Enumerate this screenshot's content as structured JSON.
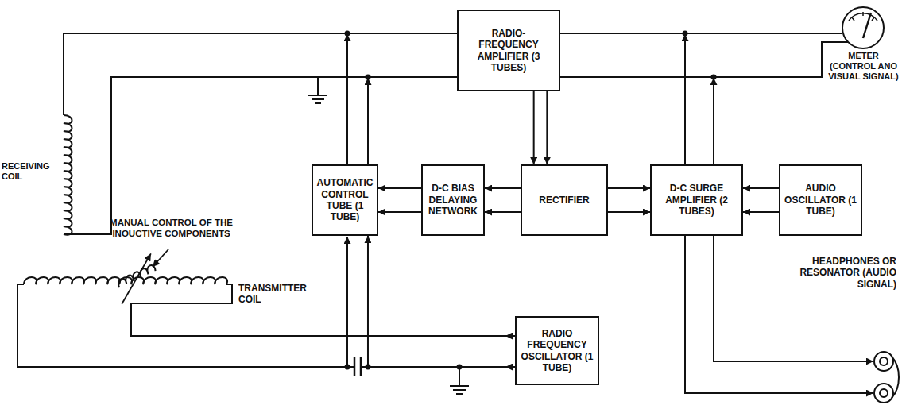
{
  "diagram": {
    "nodes": [
      {
        "text": [
          "RADIO- FREQUENCY AMPLIFIER (3 TUBES)"
        ]
      },
      {
        "text": [
          "AUTOMATIC CONTROL TUBE (1 TUBE)"
        ]
      },
      {
        "text": [
          "D-C BIAS DELAYING NETWORK"
        ]
      },
      {
        "text": [
          "RECTIFIER"
        ]
      },
      {
        "text": [
          "D-C SURGE AMPLIFIER (2 TUBES)"
        ]
      },
      {
        "text": [
          "AUDIO OSCILLATOR (1 TUBE)"
        ]
      },
      {
        "text": [
          "RADIO FREQUENCY OSCILLATOR (1 TUBE)"
        ]
      }
    ],
    "edges": [
      {
        "from": 0,
        "to": 3,
        "arrow": "to"
      },
      {
        "from": 0,
        "to": 3,
        "arrow": "to"
      },
      {
        "from": 3,
        "to": 2,
        "arrow": "to"
      },
      {
        "from": 3,
        "to": 2,
        "arrow": "to"
      },
      {
        "from": 2,
        "to": 1,
        "arrow": "to"
      },
      {
        "from": 2,
        "to": 1,
        "arrow": "to"
      },
      {
        "from": 3,
        "to": 4,
        "arrow": "to"
      },
      {
        "from": 3,
        "to": 4,
        "arrow": "to"
      },
      {
        "from": 5,
        "to": 4,
        "arrow": "to"
      },
      {
        "from": 5,
        "to": 4,
        "arrow": "to"
      },
      {
        "from": 6,
        "to": 1,
        "arrow": "to"
      }
    ],
    "labels": [
      "RECEIVING COIL",
      "MANUAL CONTROL OF THE INOUCTIVE COMPONENTS",
      "TRANSMITTER COIL",
      "METER (CONTROL ANO VISUAL SIGNAL)",
      "HEADPHONES OR RESONATOR (AUDIO SIGNAL)"
    ]
  }
}
